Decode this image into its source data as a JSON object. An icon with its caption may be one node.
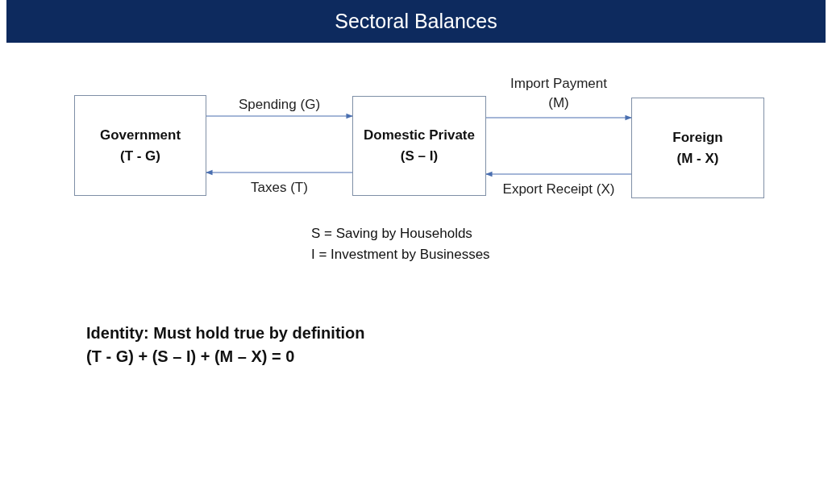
{
  "diagram": {
    "title": "Sectoral Balances",
    "nodes": [
      {
        "text": [
          "Government",
          "(T - G)"
        ]
      },
      {
        "text": [
          "Domestic Private",
          "(S – I)"
        ]
      },
      {
        "text": [
          "Foreign",
          "(M - X)"
        ]
      }
    ],
    "edges": [
      {
        "from": 0,
        "to": 1,
        "arrow": "to",
        "label": "Spending (G)"
      },
      {
        "from": 1,
        "to": 0,
        "arrow": "to",
        "label": "Taxes (T)"
      },
      {
        "from": 1,
        "to": 2,
        "arrow": "to",
        "label": "Import Payment (M)"
      },
      {
        "from": 2,
        "to": 1,
        "arrow": "to",
        "label": "Export Receipt (X)"
      }
    ],
    "labels": [
      "S = Saving by Households",
      "I = Investment by Businesses",
      "Identity: Must hold true by definition",
      "(T - G) + (S – I) + (M – X) = 0"
    ]
  }
}
